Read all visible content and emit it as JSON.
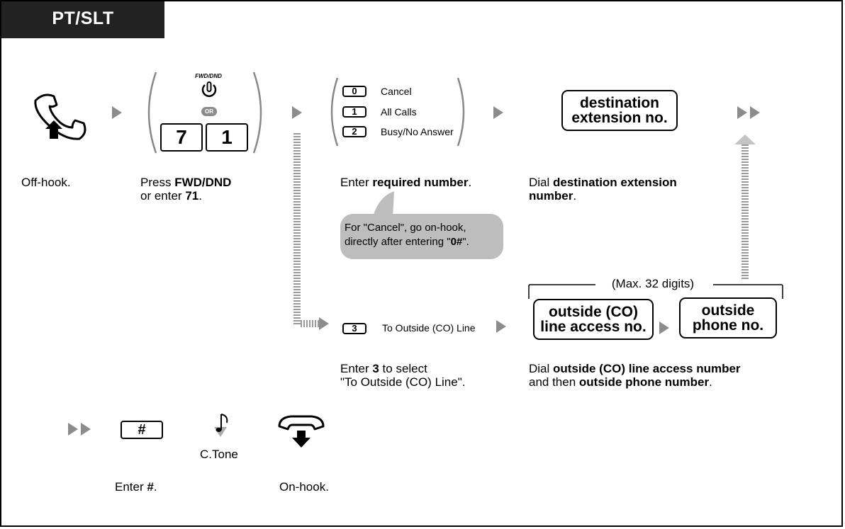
{
  "header": {
    "title": "PT/SLT"
  },
  "steps": {
    "off_hook": {
      "label": "Off-hook."
    },
    "press_fwd": {
      "icon_label": "FWD/DND",
      "or": "OR",
      "key1": "7",
      "key2": "1",
      "text_pre": "Press ",
      "text_bold1": "FWD/DND",
      "text_mid": "or enter ",
      "text_bold2": "71",
      "text_end": "."
    },
    "required_number": {
      "options": [
        {
          "key": "0",
          "label": "Cancel"
        },
        {
          "key": "1",
          "label": "All Calls"
        },
        {
          "key": "2",
          "label": "Busy/No Answer"
        }
      ],
      "text_pre": "Enter ",
      "text_bold": "required number",
      "text_end": ".",
      "balloon_line1": "For \"Cancel\", go on-hook,",
      "balloon_line2_pre": "directly after entering \"",
      "balloon_line2_bold": "0#",
      "balloon_line2_end": "\"."
    },
    "destination": {
      "box_line1": "destination",
      "box_line2": "extension no.",
      "text_pre": "Dial ",
      "text_bold1": "destination extension",
      "text_bold2": "number",
      "text_end": "."
    },
    "outside_select": {
      "key": "3",
      "label": "To Outside (CO) Line",
      "text_pre": "Enter ",
      "text_bold": "3",
      "text_end": " to select",
      "text_line2": "\"To Outside (CO) Line\"."
    },
    "outside_dial": {
      "max_label": "(Max. 32 digits)",
      "box1_line1": "outside (CO)",
      "box1_line2": "line access no.",
      "box2_line1": "outside",
      "box2_line2": "phone no.",
      "text_pre": "Dial ",
      "text_bold1": "outside (CO) line access number",
      "text_mid": "and then ",
      "text_bold2": "outside phone number",
      "text_end": "."
    },
    "hash": {
      "key": "#",
      "text_pre": "Enter ",
      "text_bold": "#",
      "text_end": "."
    },
    "tone": {
      "label": "C.Tone"
    },
    "on_hook": {
      "label": "On-hook."
    }
  },
  "colors": {
    "header_bg": "#222222",
    "arrow": "#8c8c8c",
    "balloon": "#bdbdbd",
    "flow_line": "#9a9a9a"
  }
}
